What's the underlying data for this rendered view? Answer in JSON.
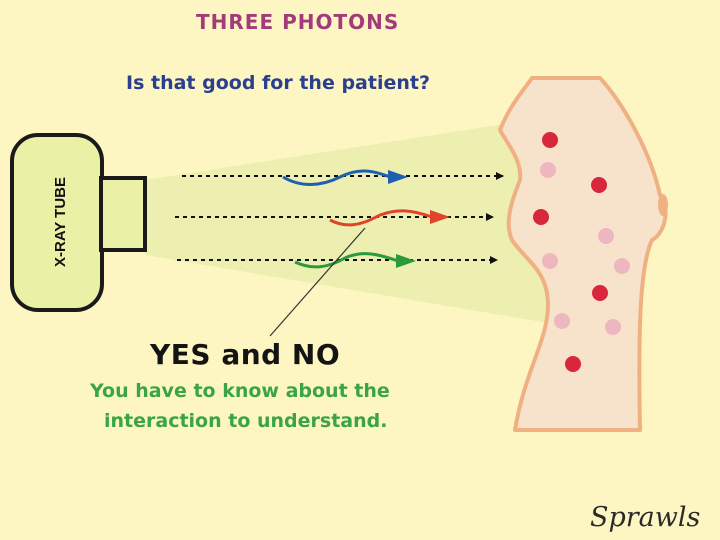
{
  "slide": {
    "title": "THREE PHOTONS",
    "question": "Is that good for the patient?",
    "answer": "YES and NO",
    "explanation_line1": "You have to know about the",
    "explanation_line2": "interaction to understand.",
    "signature": "Sprawls"
  },
  "diagram": {
    "tube_label": "X-RAY TUBE",
    "photons": [
      {
        "color": "#1f5fb0"
      },
      {
        "color": "#e0432a"
      },
      {
        "color": "#2a9a3a"
      }
    ],
    "colors": {
      "background": "#fdf6c3",
      "beam": "#ecefb0",
      "body": "#f7e3cc",
      "body_outline": "#f0b182",
      "red_dot": "#d8263a",
      "pink_dot": "#eeb6bf"
    }
  }
}
